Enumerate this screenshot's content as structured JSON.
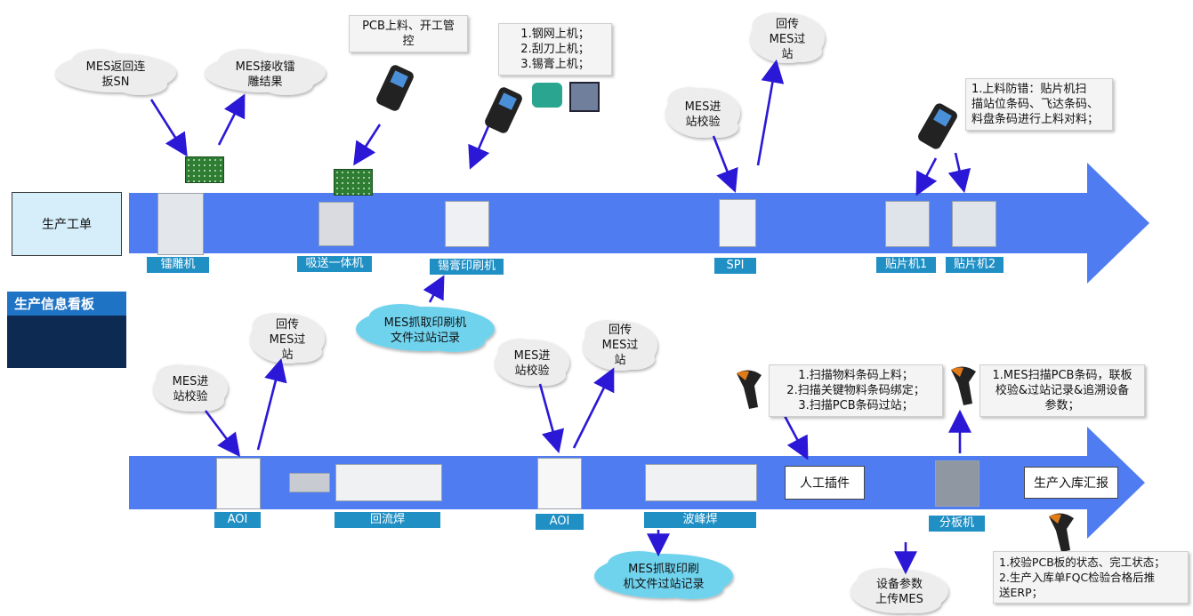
{
  "top_flow": {
    "start_box": "生产工单",
    "stations": [
      {
        "id": "laser",
        "label": "镭雕机"
      },
      {
        "id": "loader",
        "label": "吸送一体机"
      },
      {
        "id": "printer",
        "label": "锡膏印刷机"
      },
      {
        "id": "spi",
        "label": "SPI"
      },
      {
        "id": "smt1",
        "label": "贴片机1"
      },
      {
        "id": "smt2",
        "label": "贴片机2"
      }
    ]
  },
  "bottom_flow": {
    "stations": [
      {
        "id": "aoi1",
        "label": "AOI"
      },
      {
        "id": "reflow",
        "label": "回流焊"
      },
      {
        "id": "aoi2",
        "label": "AOI"
      },
      {
        "id": "wave",
        "label": "波峰焊"
      },
      {
        "id": "depaneling",
        "label": "分板机"
      }
    ],
    "manual_box": "人工插件",
    "report_box": "生产入库汇报"
  },
  "kanban": {
    "title": "生产信息看板"
  },
  "clouds": {
    "mes_return_sn": [
      "MES返回连",
      "扳SN"
    ],
    "mes_receive_laser": [
      "MES接收镭",
      "雕结果"
    ],
    "spi_check_in": [
      "MES进",
      "站校验"
    ],
    "spi_return": [
      "回传",
      "MES过",
      "站"
    ],
    "printer_capture": [
      "MES抓取印刷机",
      "文件过站记录"
    ],
    "aoi1_check_in": [
      "MES进",
      "站校验"
    ],
    "aoi1_return": [
      "回传",
      "MES过",
      "站"
    ],
    "aoi2_check_in": [
      "MES进",
      "站校验"
    ],
    "aoi2_return": [
      "回传",
      "MES过",
      "站"
    ],
    "wave_capture": [
      "MES抓取印刷",
      "机文件过站记录"
    ],
    "equipment_params": [
      "设备参数",
      "上传MES"
    ]
  },
  "callouts": {
    "pcb_loading": [
      "PCB上料、开工管",
      "控"
    ],
    "printer_setup": [
      "1.钢网上机；",
      "2.刮刀上机；",
      "3.锡膏上机；"
    ],
    "smt_anti_error": [
      "1.上料防错：贴片机扫",
      "描站位条码、飞达条码、",
      "料盘条码进行上料对料；"
    ],
    "manual_insert": [
      "1.扫描物料条码上料；",
      "2.扫描关键物料条码绑定；",
      "3.扫描PCB条码过站；"
    ],
    "depaneling": [
      "1.MES扫描PCB条码，联板",
      "校验&过站记录&追溯设备",
      "参数；"
    ],
    "warehouse": [
      "1.校验PCB板的状态、完工状态；",
      "2.生产入库单FQC检验合格后推",
      "送ERP；"
    ]
  },
  "colors": {
    "arrow_band": "#4f7cf0",
    "flow_arrow": "#2a18d6",
    "tag": "#1f8fc4",
    "cloud": "#ededed",
    "cloud_blue": "#6fd3ee"
  }
}
